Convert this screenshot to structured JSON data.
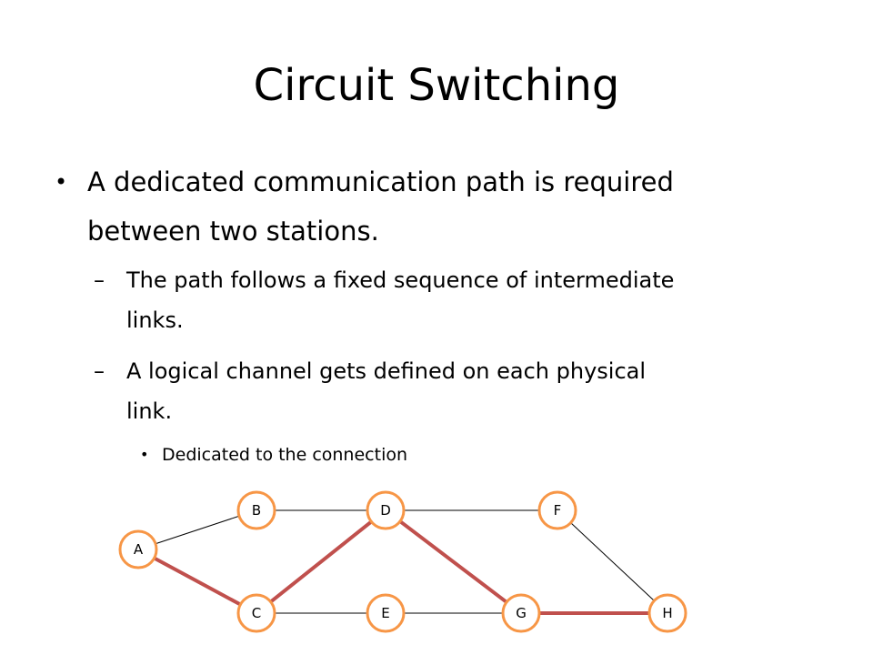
{
  "slide": {
    "title": "Circuit Switching",
    "bullets": [
      {
        "marker": "•",
        "lines": [
          "A dedicated communication path is required",
          "between two stations."
        ]
      }
    ],
    "subbullets": [
      {
        "marker": "–",
        "lines": [
          "The path follows a fixed sequence of intermediate",
          "links."
        ]
      },
      {
        "marker": "–",
        "lines": [
          "A logical channel gets defined on each physical",
          "link."
        ]
      }
    ],
    "subsubbullets": [
      {
        "marker": "•",
        "lines": [
          "Dedicated to the connection"
        ]
      }
    ]
  },
  "diagram": {
    "node_color": "#f79646",
    "path_color": "#c0504d",
    "nodes": [
      {
        "id": "A",
        "label": "A"
      },
      {
        "id": "B",
        "label": "B"
      },
      {
        "id": "C",
        "label": "C"
      },
      {
        "id": "D",
        "label": "D"
      },
      {
        "id": "E",
        "label": "E"
      },
      {
        "id": "F",
        "label": "F"
      },
      {
        "id": "G",
        "label": "G"
      },
      {
        "id": "H",
        "label": "H"
      }
    ],
    "links": [
      {
        "from": "A",
        "to": "B",
        "highlighted": false
      },
      {
        "from": "B",
        "to": "D",
        "highlighted": false
      },
      {
        "from": "D",
        "to": "F",
        "highlighted": false
      },
      {
        "from": "F",
        "to": "H",
        "highlighted": false
      },
      {
        "from": "C",
        "to": "E",
        "highlighted": false
      },
      {
        "from": "E",
        "to": "G",
        "highlighted": false
      },
      {
        "from": "A",
        "to": "C",
        "highlighted": true
      },
      {
        "from": "C",
        "to": "D",
        "highlighted": true
      },
      {
        "from": "D",
        "to": "G",
        "highlighted": true
      },
      {
        "from": "G",
        "to": "H",
        "highlighted": true
      }
    ]
  }
}
